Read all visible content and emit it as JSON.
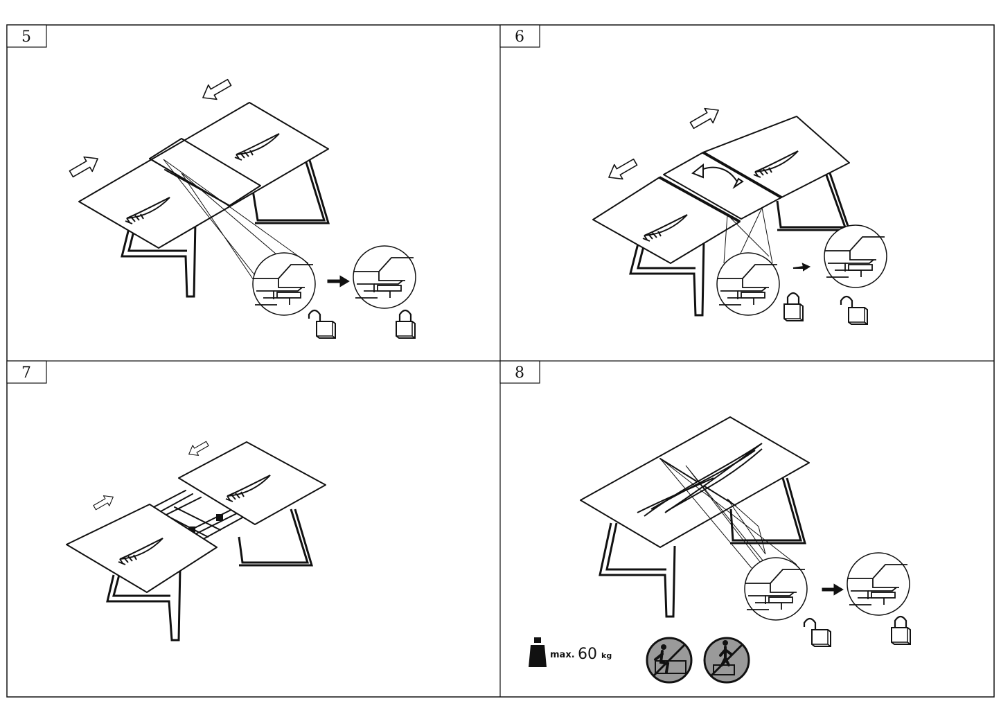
{
  "steps": [
    {
      "number": "5"
    },
    {
      "number": "6"
    },
    {
      "number": "7"
    },
    {
      "number": "8"
    }
  ],
  "load": {
    "label": "max.",
    "value": "60",
    "unit": "kg"
  },
  "icons": {
    "arrow": "hollow-arrow-icon",
    "lock_open": "padlock-open-icon",
    "lock_closed": "padlock-closed-icon",
    "weight": "weight-icon",
    "no_sit": "no-sitting-icon",
    "no_stand": "no-standing-icon"
  },
  "colors": {
    "line": "#111111",
    "prohibition_fill": "#9a9a9a"
  }
}
